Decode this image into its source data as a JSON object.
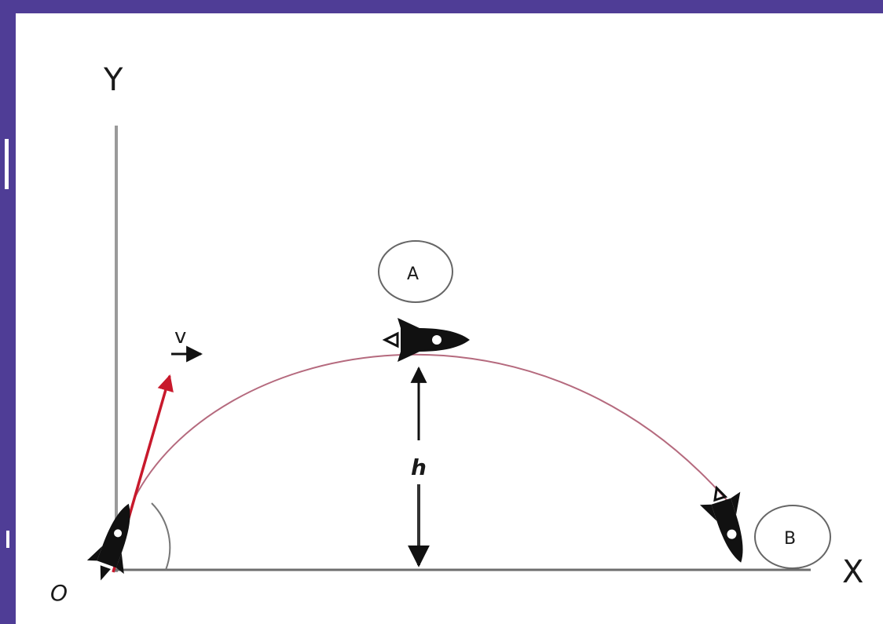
{
  "diagram": {
    "y_axis_label": "Y",
    "x_axis_label": "X",
    "origin_label": "O",
    "velocity_label": "v",
    "height_label": "h",
    "point_a_label": "A",
    "point_b_label": "B"
  },
  "colors": {
    "frame": "#4f3d96",
    "trajectory": "#b56a7e",
    "velocity_vector": "#c8192c",
    "axes": "#8f8f8f"
  },
  "icons": [
    "rocket-launch-icon",
    "rocket-apex-icon",
    "rocket-landing-icon"
  ]
}
